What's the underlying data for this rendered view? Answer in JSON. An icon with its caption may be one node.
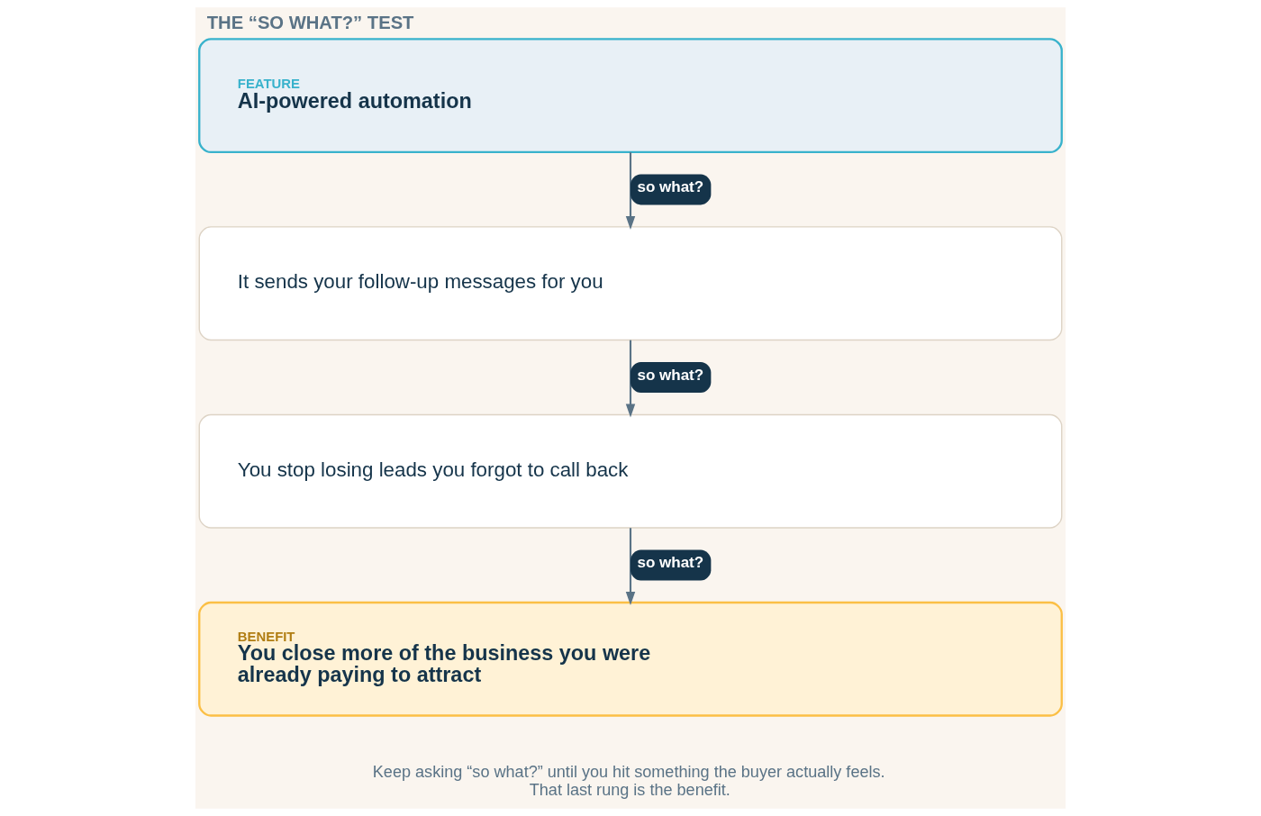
{
  "diagram": {
    "title": "THE “SO WHAT?” TEST",
    "nodes": [
      {
        "text": [
          "FEATURE",
          "AI-powered automation"
        ]
      },
      {
        "text": [
          "It sends your follow-up messages for you"
        ]
      },
      {
        "text": [
          "You stop losing leads you forgot to call back"
        ]
      },
      {
        "text": [
          "BENEFIT",
          "You close more of the business you were already paying to attract"
        ]
      }
    ],
    "edges": [
      {
        "from": 0,
        "to": 1,
        "arrow": "to",
        "label": "so what?"
      },
      {
        "from": 1,
        "to": 2,
        "arrow": "to",
        "label": "so what?"
      },
      {
        "from": 2,
        "to": 3,
        "arrow": "to",
        "label": "so what?"
      }
    ],
    "caption": "Keep asking “so what?” until you hit something the buyer actually feels. That last rung is the benefit."
  }
}
